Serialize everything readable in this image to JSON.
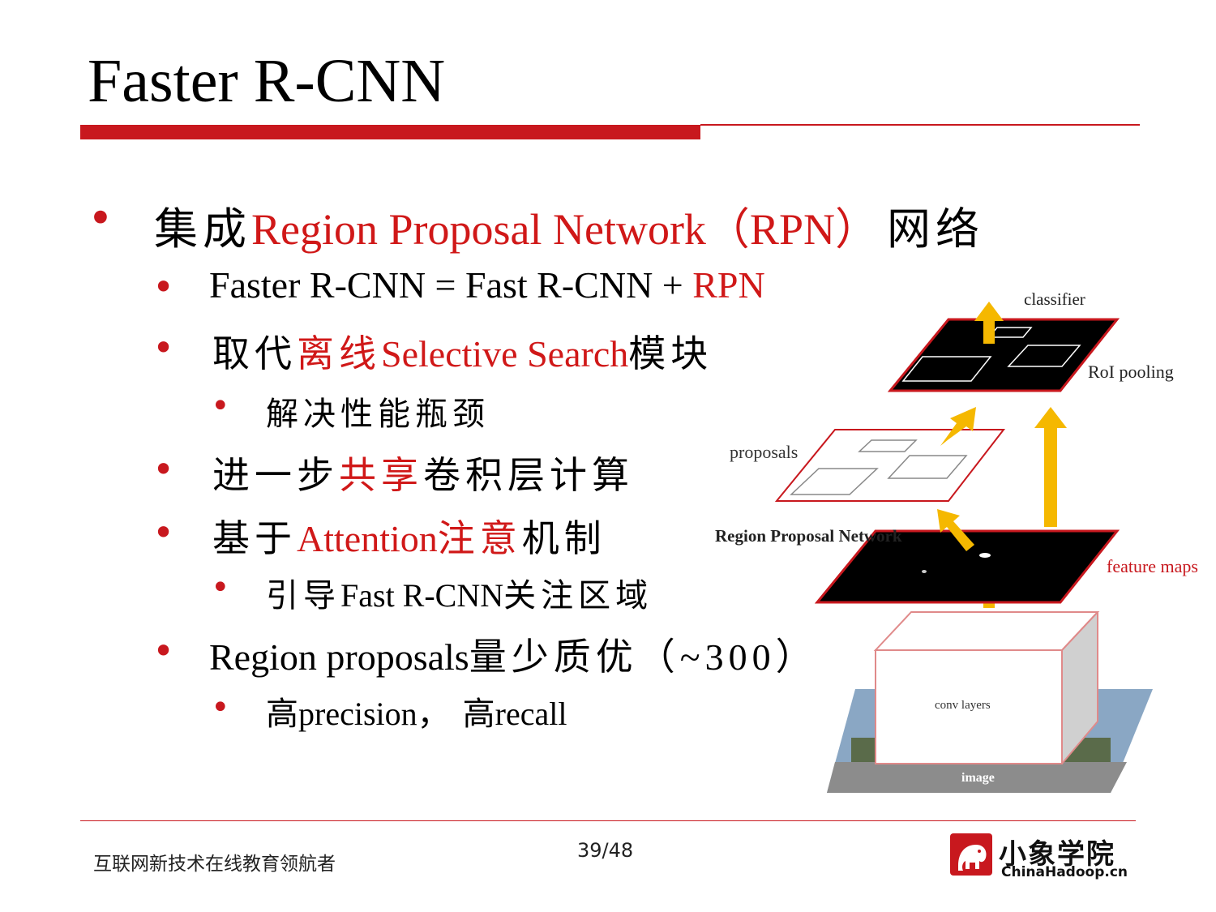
{
  "slide": {
    "title": "Faster R-CNN",
    "b1": {
      "cn1": "集成",
      "red": "Region Proposal Network（RPN）",
      "cn2": "网络"
    },
    "b2": {
      "text": "Faster R-CNN = Fast R-CNN + ",
      "red": "RPN"
    },
    "b3": {
      "cn1": "取代",
      "red_cn": "离线",
      "red_en": "Selective Search",
      "cn2": "模块"
    },
    "b3a": {
      "text": "解决性能瓶颈"
    },
    "b4": {
      "cn1": "进一步",
      "red": "共享",
      "cn2": "卷积层计算"
    },
    "b5": {
      "cn1": "基于",
      "red_en": "Attention",
      "red_cn": "注意",
      "cn2": "机制"
    },
    "b5a": {
      "cn1": "引导",
      "en": "Fast R-CNN",
      "cn2": "关注区域"
    },
    "b6": {
      "en": "Region proposals",
      "cn": "量少质优（~300）"
    },
    "b6a": {
      "cn1": "高",
      "en1": "precision，",
      "cn2": "高",
      "en2": "recall"
    }
  },
  "diagram": {
    "classifier": "classifier",
    "roi_pooling": "RoI pooling",
    "proposals": "proposals",
    "rpn": "Region Proposal Network",
    "feature_maps": "feature maps",
    "conv_layers": "conv layers",
    "image": "image"
  },
  "footer": {
    "left": "互联网新技术在线教育领航者",
    "page": "39/48",
    "logo_cn": "小象学院",
    "logo_en": "ChinaHadoop.cn"
  },
  "colors": {
    "accent": "#c8181e",
    "highlight": "#d01818",
    "arrow": "#f5b800"
  }
}
